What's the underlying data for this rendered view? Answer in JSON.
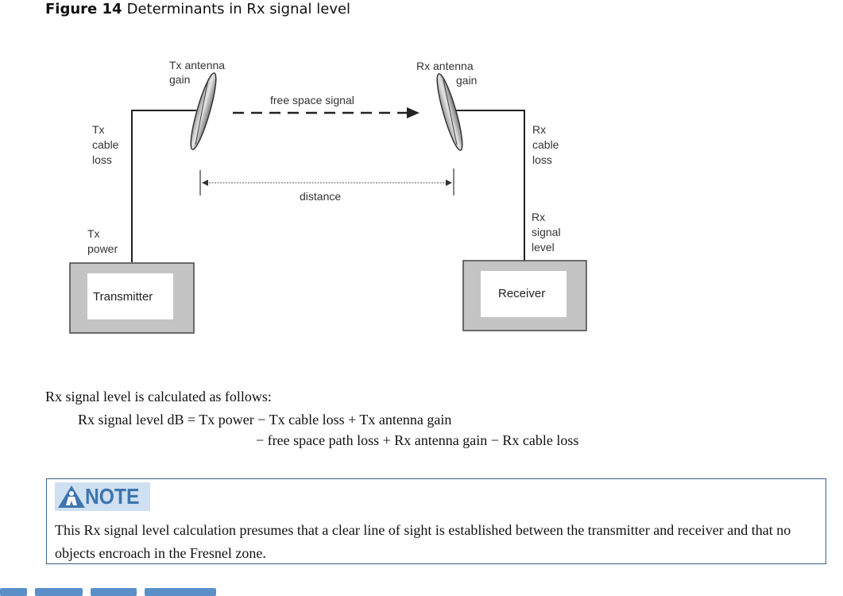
{
  "figure": {
    "number": "Figure 14",
    "title": "Determinants in Rx signal level"
  },
  "diagram": {
    "tx_antenna_gain": [
      "Tx antenna",
      "gain"
    ],
    "rx_antenna_gain": [
      "Rx antenna",
      "gain"
    ],
    "free_space_signal": "free space signal",
    "tx_cable_loss": [
      "Tx",
      "cable",
      "loss"
    ],
    "rx_cable_loss": [
      "Rx",
      "cable",
      "loss"
    ],
    "distance": "distance",
    "tx_power": [
      "Tx",
      "power"
    ],
    "rx_signal_level": [
      "Rx",
      "signal",
      "level"
    ],
    "transmitter": "Transmitter",
    "receiver": "Receiver"
  },
  "body": {
    "intro": "Rx signal level is calculated as follows:",
    "equation_line1": "Rx signal level  dB  = Tx power − Tx cable loss + Tx antenna gain",
    "equation_line2": "− free space path loss + Rx antenna gain − Rx cable loss"
  },
  "note": {
    "icon": "warning-triangle-icon",
    "label": "NOTE",
    "text": "This Rx signal level calculation presumes that a clear line of sight is established between the transmitter and receiver and that no objects encroach in the Fresnel zone."
  },
  "colors": {
    "note_border": "#3a5f86",
    "note_header_bg": "#cfe0f2",
    "note_label": "#3f74ae"
  }
}
